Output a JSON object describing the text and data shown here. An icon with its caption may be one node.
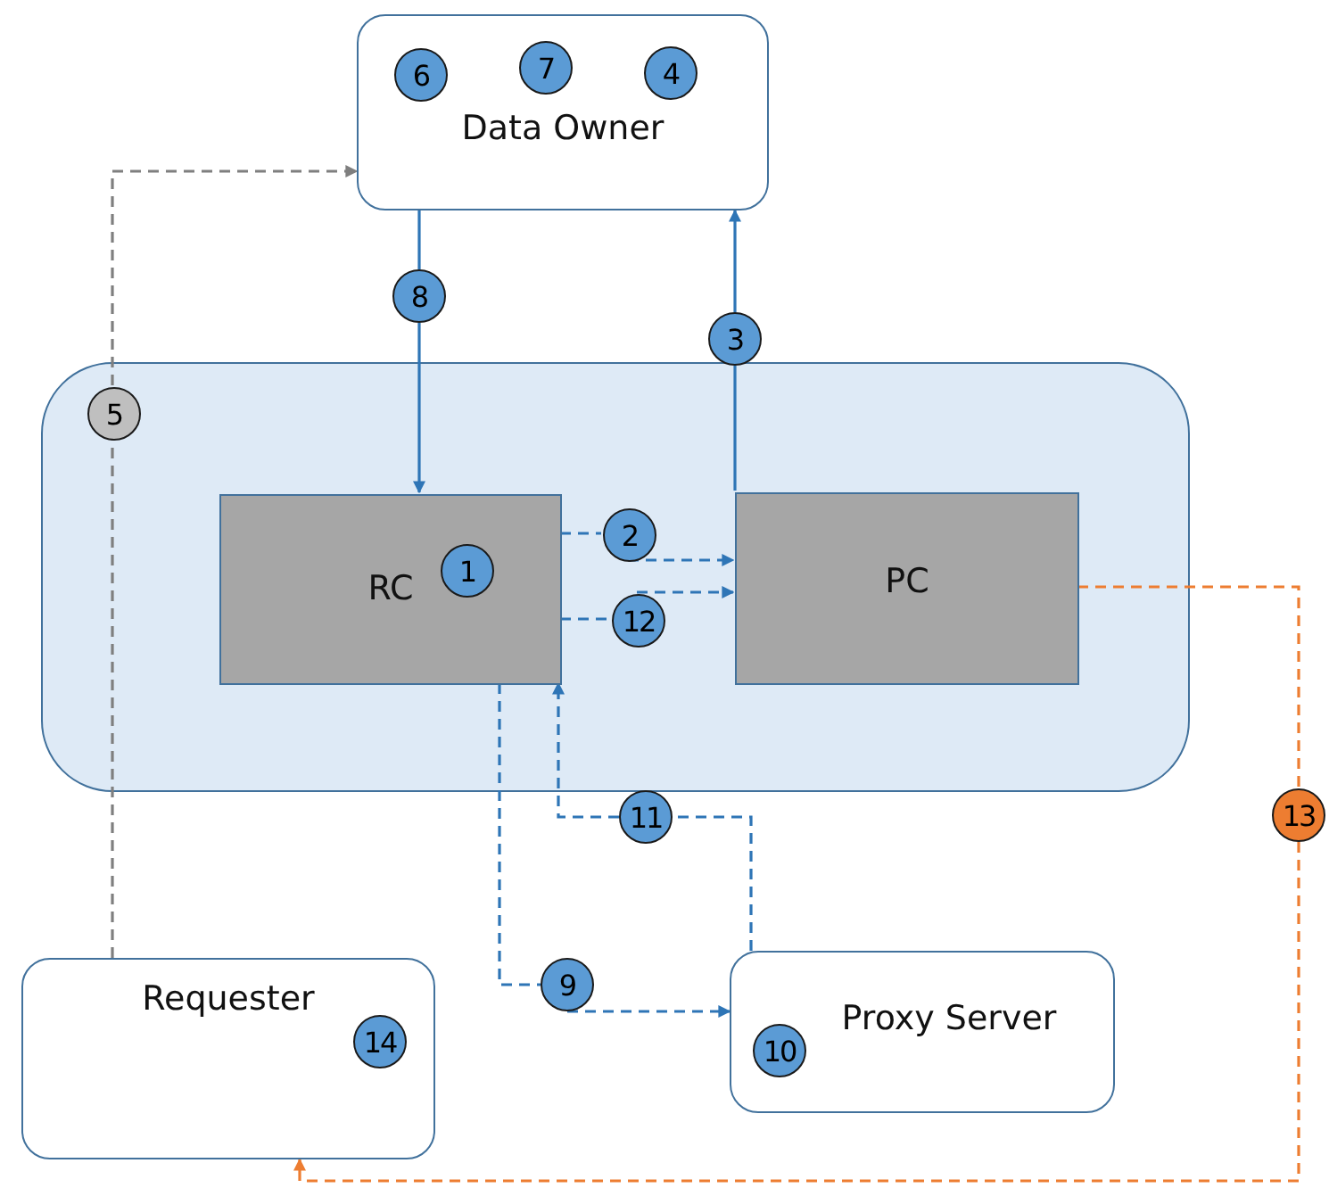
{
  "diagram": {
    "nodes": [
      {
        "text": [
          "Data Owner"
        ]
      },
      {
        "text": [
          "6"
        ],
        "in": 0
      },
      {
        "text": [
          "7"
        ],
        "in": 0
      },
      {
        "text": [
          "4"
        ],
        "in": 0
      },
      {
        "text": [],
        "shape": "box"
      },
      {
        "text": [
          "RC"
        ],
        "in": 4
      },
      {
        "text": [
          "1"
        ],
        "in": 5
      },
      {
        "text": [
          "PC"
        ],
        "in": 4
      },
      {
        "text": [
          "Requester"
        ]
      },
      {
        "text": [
          "14"
        ],
        "in": 8
      },
      {
        "text": [
          "Proxy Server"
        ]
      },
      {
        "text": [
          "10"
        ],
        "in": 10
      },
      {
        "text": [
          "8"
        ]
      },
      {
        "text": [
          "3"
        ]
      },
      {
        "text": [
          "2"
        ],
        "in": 4
      },
      {
        "text": [
          "12"
        ],
        "in": 4
      },
      {
        "text": [
          "5"
        ],
        "in": 4
      },
      {
        "text": [
          "9"
        ]
      },
      {
        "text": [
          "11"
        ]
      },
      {
        "text": [
          "13"
        ]
      }
    ],
    "edges": [
      {
        "from": 0,
        "to": 12,
        "arrow": "none"
      },
      {
        "from": 12,
        "to": 5,
        "arrow": "to"
      },
      {
        "from": 7,
        "to": 13,
        "arrow": "none"
      },
      {
        "from": 13,
        "to": 0,
        "arrow": "to"
      },
      {
        "from": 5,
        "to": 14,
        "arrow": "none",
        "style": "dashed"
      },
      {
        "from": 14,
        "to": 7,
        "arrow": "to",
        "style": "dashed"
      },
      {
        "from": 5,
        "to": 15,
        "arrow": "none",
        "style": "dashed"
      },
      {
        "from": 15,
        "to": 7,
        "arrow": "to",
        "style": "dashed"
      },
      {
        "from": 8,
        "to": 16,
        "arrow": "none",
        "style": "dashed",
        "color": "#7f7f7f"
      },
      {
        "from": 16,
        "to": 0,
        "arrow": "to",
        "style": "dashed",
        "color": "#7f7f7f"
      },
      {
        "from": 5,
        "to": 17,
        "arrow": "none",
        "style": "dashed"
      },
      {
        "from": 17,
        "to": 10,
        "arrow": "to",
        "style": "dashed"
      },
      {
        "from": 10,
        "to": 18,
        "arrow": "none",
        "style": "dashed"
      },
      {
        "from": 18,
        "to": 5,
        "arrow": "to",
        "style": "dashed"
      },
      {
        "from": 7,
        "to": 19,
        "arrow": "none",
        "style": "dashed",
        "color": "#ed7d31"
      },
      {
        "from": 19,
        "to": 8,
        "arrow": "to",
        "style": "dashed",
        "color": "#ed7d31"
      }
    ]
  }
}
